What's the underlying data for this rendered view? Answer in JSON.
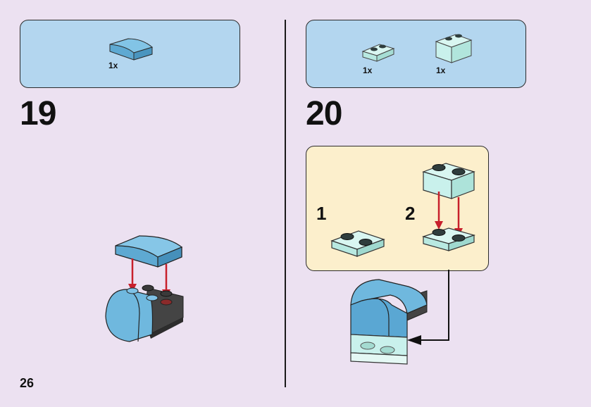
{
  "page_number": "26",
  "steps": [
    {
      "number": "19",
      "parts": [
        {
          "icon": "curved-slope-brick-icon",
          "count": "1x",
          "color": "#6fb8de"
        }
      ]
    },
    {
      "number": "20",
      "parts": [
        {
          "icon": "transparent-plate-1x2-icon",
          "count": "1x",
          "color": "#bfeee6"
        },
        {
          "icon": "transparent-brick-1x2-icon",
          "count": "1x",
          "color": "#c9f1ec"
        }
      ],
      "substeps": [
        "1",
        "2"
      ]
    }
  ],
  "colors": {
    "background": "#ece1f1",
    "parts_box": "#b3d6ef",
    "substep_box": "#fcefcc",
    "medium_azure": "#6fb8de",
    "trans_light_blue": "#c9f1ec",
    "arrow_red": "#c8202c"
  }
}
